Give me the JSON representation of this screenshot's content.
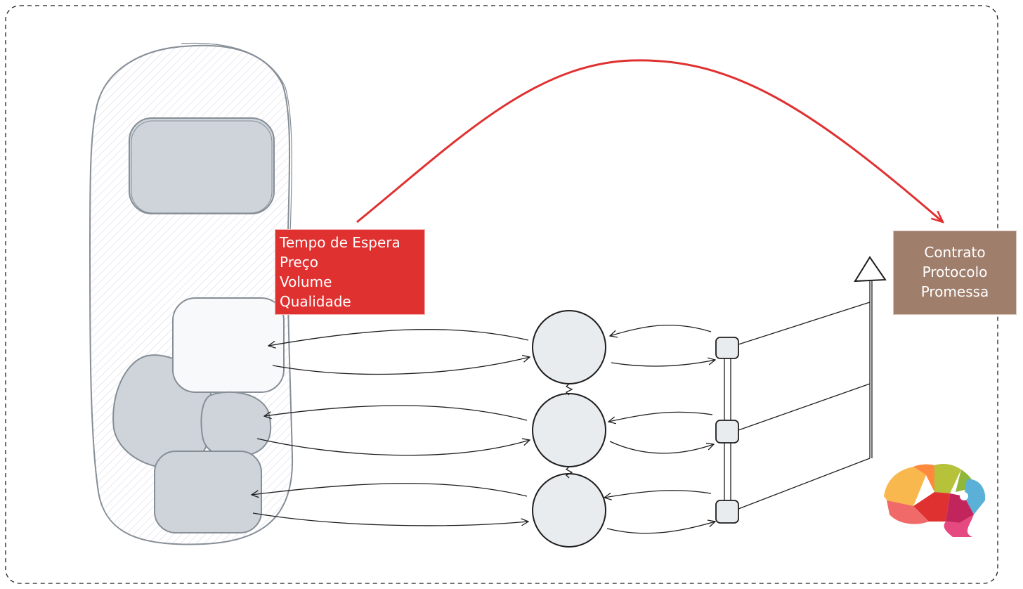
{
  "metrics_box": {
    "lines": [
      "Tempo de Espera",
      "Preço",
      "Volume",
      "Qualidade"
    ]
  },
  "agreement_box": {
    "lines": [
      "Contrato",
      "Protocolo",
      "Promessa"
    ]
  },
  "colors": {
    "stroke": "#1e1e1e",
    "accent_red": "#e03131",
    "brown": "#a07e6c",
    "gray_fill": "#ced4da",
    "light_fill": "#f8f9fa",
    "container_stroke": "#868e96"
  },
  "icons": [
    "brain-logo-icon"
  ]
}
